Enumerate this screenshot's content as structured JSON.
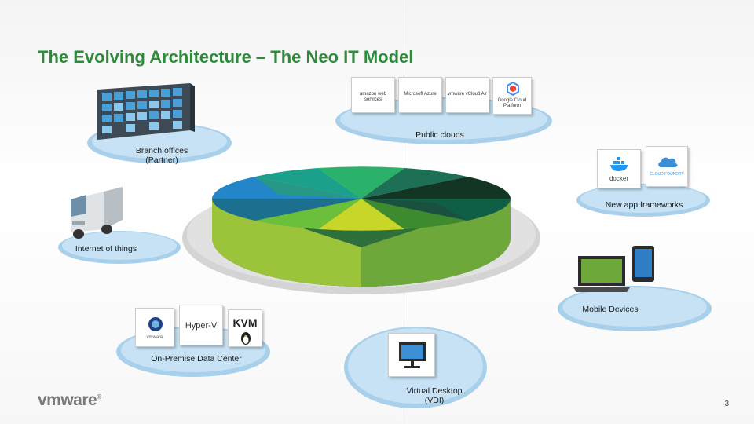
{
  "title": "The Evolving Architecture – The Neo IT Model",
  "page_number": "3",
  "logo": {
    "text": "vmware",
    "mark": "®"
  },
  "nodes": {
    "public_clouds": {
      "label": "Public clouds",
      "tiles": [
        "amazon web services",
        "Microsoft Azure",
        "vmware vCloud Air",
        "Google Cloud Platform"
      ]
    },
    "branch_offices": {
      "label": "Branch offices\n(Partner)"
    },
    "new_app_frameworks": {
      "label": "New app frameworks",
      "tiles": [
        "docker",
        "CLOUD FOUNDRY"
      ]
    },
    "internet_of_things": {
      "label": "Internet of things"
    },
    "mobile_devices": {
      "label": "Mobile Devices"
    },
    "on_premise": {
      "label": "On-Premise Data Center",
      "tiles": [
        "vmware",
        "Hyper-V",
        "KVM"
      ]
    },
    "vdi": {
      "label": "Virtual Desktop\n(VDI)"
    }
  },
  "colors": {
    "title": "#2e8b3c",
    "disc": "#d2dde6",
    "blue": "#1c7fc4",
    "teal": "#1f8f7a",
    "dark_green": "#1e3b2e",
    "green": "#4aa83a",
    "lime": "#c8d62a"
  }
}
